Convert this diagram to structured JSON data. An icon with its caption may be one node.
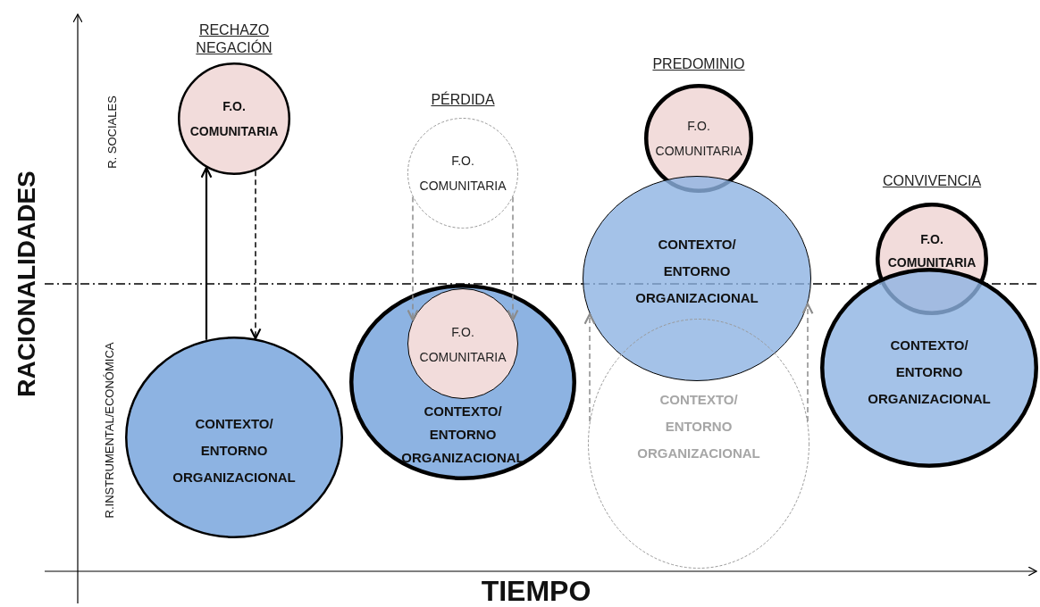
{
  "diagram": {
    "nodes": [
      {
        "text": [
          "RECHAZO NEGACIÓN",
          "F.O. COMUNITARIA"
        ]
      },
      {
        "text": [
          "CONTEXTO/ ENTORNO ORGANIZACIONAL"
        ]
      },
      {
        "text": [
          "PÉRDIDA",
          "F.O. COMUNITARIA"
        ]
      },
      {
        "text": [
          "CONTEXTO/ ENTORNO ORGANIZACIONAL"
        ]
      },
      {
        "text": [
          "F.O. COMUNITARIA"
        ],
        "in": 3
      },
      {
        "text": [
          "PREDOMINIO",
          "F.O. COMUNITARIA"
        ]
      },
      {
        "text": [
          "CONTEXTO/ ENTORNO ORGANIZACIONAL"
        ]
      },
      {
        "text": [
          "CONTEXTO/ ENTORNO ORGANIZACIONAL"
        ]
      },
      {
        "text": [
          "CONVIVENCIA",
          "F.O. COMUNITARIA"
        ]
      },
      {
        "text": [
          "CONTEXTO/ ENTORNO ORGANIZACIONAL"
        ]
      }
    ],
    "edges": [
      {
        "from": 1,
        "to": 0,
        "arrow": "to",
        "color": "#000000"
      },
      {
        "from": 0,
        "to": 1,
        "arrow": "to",
        "style": "dashed",
        "color": "#000000"
      },
      {
        "from": 2,
        "to": 4,
        "arrow": "to",
        "style": "dashed"
      },
      {
        "from": 2,
        "to": 4,
        "arrow": "to",
        "style": "dashed"
      },
      {
        "from": 7,
        "to": 6,
        "arrow": "to",
        "style": "dashed"
      },
      {
        "from": 7,
        "to": 6,
        "arrow": "to",
        "style": "dashed"
      }
    ],
    "labels": [
      "RACIONALIDADES",
      "R. SOCIALES",
      "R.INSTRUMENTAL/ECONÓMICA",
      "TIEMPO"
    ]
  }
}
